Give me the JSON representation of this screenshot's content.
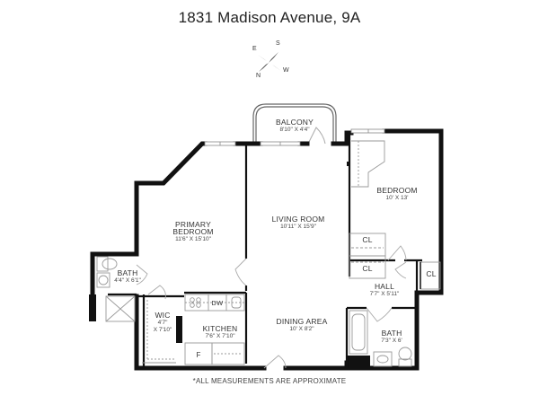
{
  "header": {
    "title": "1831 Madison Avenue, 9A"
  },
  "compass": {
    "icon": "compass-rose-icon",
    "north": "N",
    "south": "S",
    "east": "E",
    "west": "W"
  },
  "rooms": {
    "balcony": {
      "name": "BALCONY",
      "dims": "8'10\" X 4'4\""
    },
    "primary_bedroom": {
      "name_line1": "PRIMARY",
      "name_line2": "BEDROOM",
      "dims": "11'6\" X 15'10\""
    },
    "living_room": {
      "name": "LIVING ROOM",
      "dims": "10'11\" X 15'9\""
    },
    "bedroom": {
      "name": "BEDROOM",
      "dims": "10' X 13'"
    },
    "closet_1": {
      "name": "CL"
    },
    "closet_2": {
      "name": "CL"
    },
    "closet_3": {
      "name": "CL"
    },
    "hall": {
      "name": "HALL",
      "dims": "7'7\" X 5'11\""
    },
    "bath_primary": {
      "name": "BATH",
      "dims": "4'4\" X 6'1\""
    },
    "wic": {
      "name": "WIC",
      "dims_line1": "4'7\"",
      "dims_line2": "X 7'10\""
    },
    "kitchen": {
      "name": "KITCHEN",
      "dims": "7'6\" X 7'10\"",
      "dishwasher": "DW",
      "fridge": "F"
    },
    "dining_area": {
      "name": "DINING AREA",
      "dims": "10' X 8'2\""
    },
    "bath_2": {
      "name": "BATH",
      "dims": "7'3\" X 6'"
    }
  },
  "footer": {
    "note": "*ALL MEASUREMENTS ARE APPROXIMATE"
  },
  "colors": {
    "wall": "#111111",
    "fixture": "#999999",
    "text": "#333333",
    "background": "#ffffff"
  }
}
